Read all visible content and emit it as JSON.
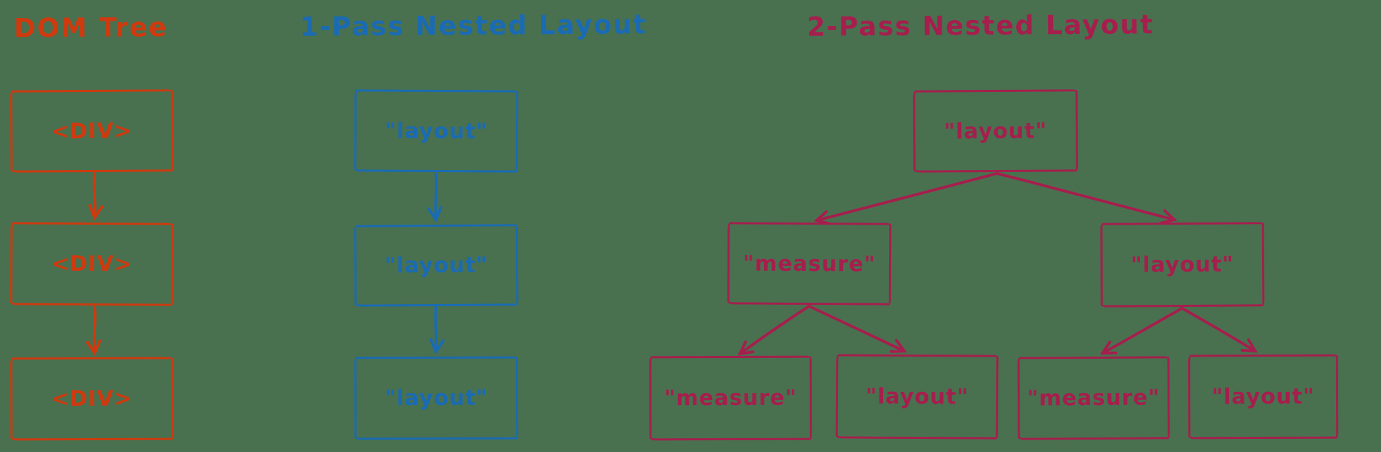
{
  "colors": {
    "dom_tree": "#cf3a0f",
    "one_pass": "#1a6bb4",
    "two_pass": "#a61e4d",
    "background": "#49714f"
  },
  "diagrams": [
    {
      "title": "DOM Tree",
      "nodes": [
        {
          "label": "<DIV>"
        },
        {
          "label": "<DIV>"
        },
        {
          "label": "<DIV>"
        }
      ]
    },
    {
      "title": "1-Pass Nested Layout",
      "nodes": [
        {
          "label": "\"layout\""
        },
        {
          "label": "\"layout\""
        },
        {
          "label": "\"layout\""
        }
      ]
    },
    {
      "title": "2-Pass Nested Layout",
      "nodes": [
        {
          "label": "\"layout\""
        },
        {
          "label": "\"measure\""
        },
        {
          "label": "\"layout\""
        },
        {
          "label": "\"measure\""
        },
        {
          "label": "\"layout\""
        },
        {
          "label": "\"measure\""
        },
        {
          "label": "\"layout\""
        }
      ]
    }
  ]
}
